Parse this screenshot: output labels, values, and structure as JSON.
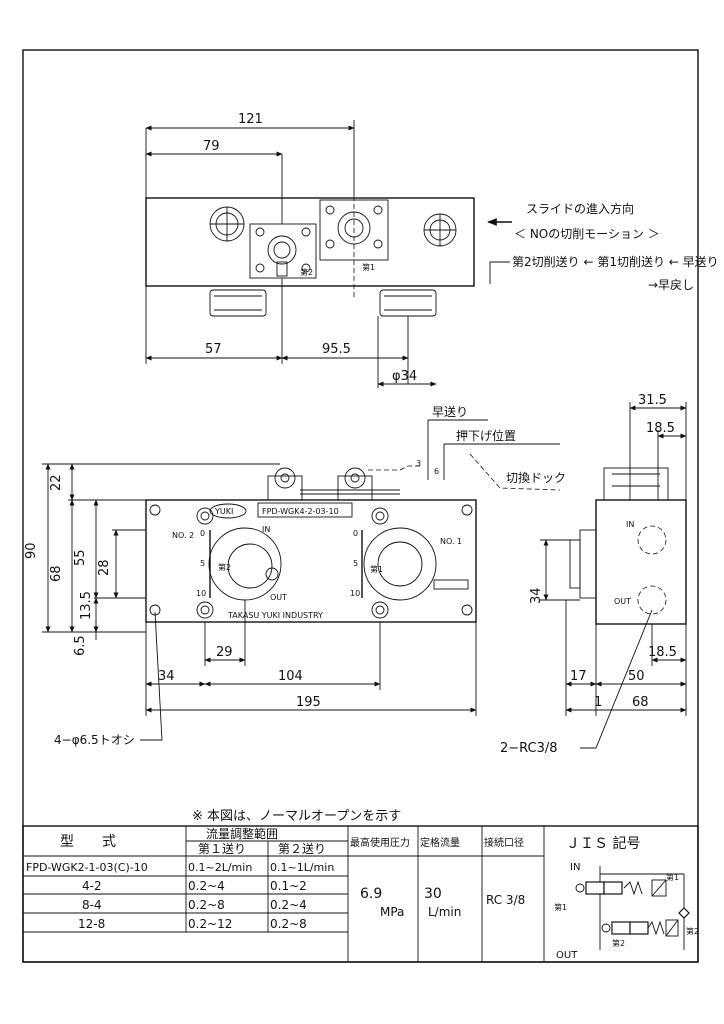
{
  "top_view": {
    "dims": {
      "d121": "121",
      "d79": "79",
      "d57": "57",
      "d95_5": "95.5",
      "dphi34": "φ34"
    },
    "marks": {
      "no2": "第2",
      "no1": "第1"
    }
  },
  "note_slide": {
    "line1": "スライドの進入方向",
    "line2": "＜ NOの切削モーション ＞",
    "line3": "第2切削送り ← 第1切削送り ← 早送り",
    "line4": "→早戻し"
  },
  "front_view": {
    "callouts": {
      "rapid": "早送り",
      "push_pos": "押下げ位置",
      "dog": "切換ドック",
      "d3": "3",
      "d6": "6"
    },
    "dims": {
      "d22": "22",
      "d90": "90",
      "d68": "68",
      "d55": "55",
      "d28": "28",
      "d13_5": "13.5",
      "d6_5": "6.5",
      "d29": "29",
      "d34": "34",
      "d104": "104",
      "d195": "195"
    },
    "plate": "FPD-WGK4-2-03-10",
    "brand": "YUKI",
    "maker": "TAKASU YUKI INDUSTRY",
    "no2": "NO. 2",
    "no1": "NO. 1",
    "in": "IN",
    "out": "OUT",
    "mark2": "第2",
    "mark1": "第1",
    "scale": [
      "0",
      "5",
      "10"
    ],
    "hole_note": "4−φ6.5トオシ"
  },
  "side_view": {
    "dims": {
      "d31_5": "31.5",
      "d18_5a": "18.5",
      "d34": "34",
      "d18_5b": "18.5",
      "d17": "17",
      "d50": "50",
      "d1": "1",
      "d68": "68"
    },
    "in": "IN",
    "out": "OUT",
    "port_note": "2−RC3/8"
  },
  "table": {
    "note": "※ 本図は、ノーマルオープンを示す",
    "headers": {
      "model": "型　　式",
      "flow": "流量調整範囲",
      "feed1": "第１送り",
      "feed2": "第２送り",
      "pressure": "最高使用圧力",
      "rated": "定格流量",
      "port": "接続口径",
      "jis": "ＪＩＳ 記号"
    },
    "rows": [
      {
        "model": "FPD-WGK2-1-03(C)-10",
        "feed1": "0.1~2L/min",
        "feed2": "0.1~1L/min"
      },
      {
        "model": "4-2",
        "feed1": "0.2~4",
        "feed2": "0.1~2"
      },
      {
        "model": "8-4",
        "feed1": "0.2~8",
        "feed2": "0.2~4"
      },
      {
        "model": "12-8",
        "feed1": "0.2~12",
        "feed2": "0.2~8"
      }
    ],
    "pressure_val": "6.9",
    "pressure_unit": "MPa",
    "rated_val": "30",
    "rated_unit": "L/min",
    "port_val": "RC 3/8",
    "jis_labels": {
      "in": "IN",
      "out": "OUT",
      "s1": "第1",
      "s1b": "第1",
      "s2": "第2",
      "s2b": "第2"
    }
  }
}
